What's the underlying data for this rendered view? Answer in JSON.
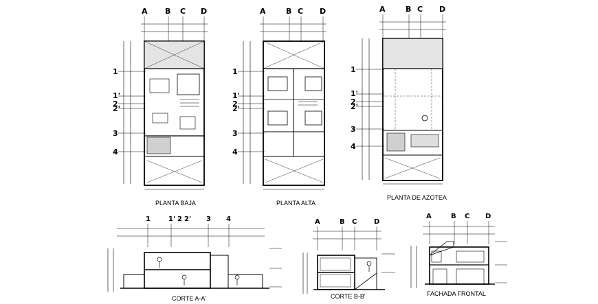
{
  "drawings": {
    "planta_baja": {
      "caption": "PLANTA BAJA"
    },
    "planta_alta": {
      "caption": "PLANTA ALTA"
    },
    "planta_azotea": {
      "caption": "PLANTA DE AZOTEA"
    },
    "corte_aa": {
      "caption": "CORTE A-A'"
    },
    "corte_bb": {
      "caption": "CORTE B-B'"
    },
    "fachada": {
      "caption": "FACHADA FRONTAL"
    }
  },
  "grid": {
    "col_a": "A",
    "col_b": "B",
    "col_c": "C",
    "col_d": "D",
    "row_1": "1",
    "row_1p": "1'",
    "row_2": "2",
    "row_2p": "2'",
    "row_3": "3",
    "row_4": "4"
  }
}
